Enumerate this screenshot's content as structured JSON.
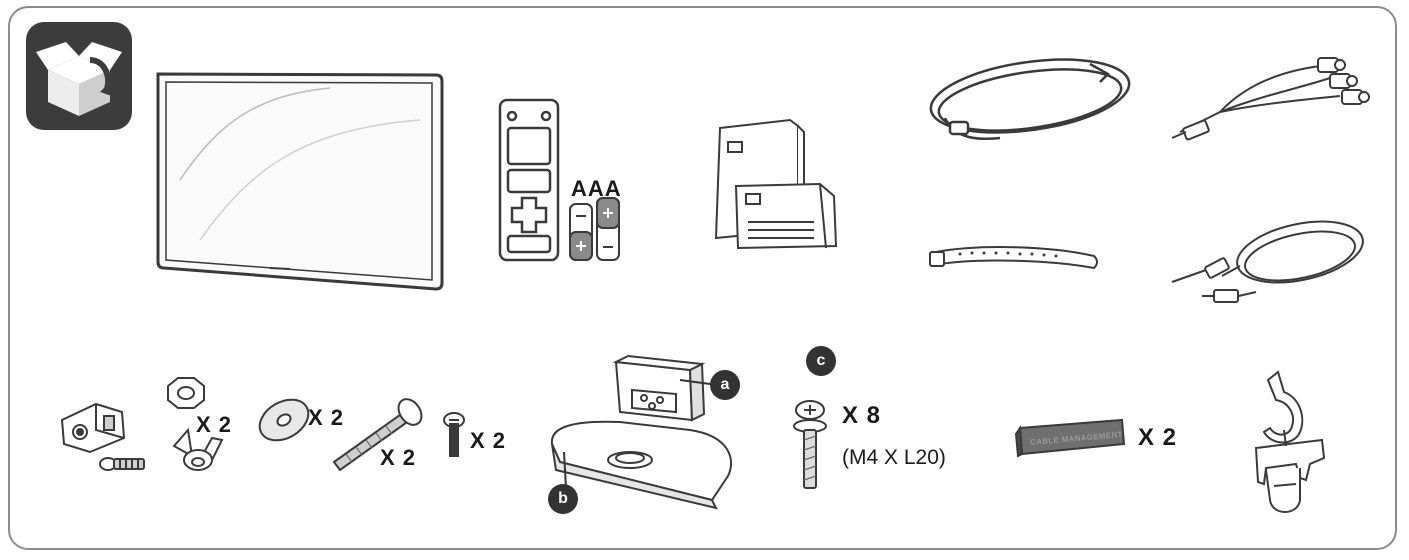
{
  "labels": {
    "aaa": "AAA",
    "qty_nut": "X 2",
    "qty_washer": "X 2",
    "qty_bolt": "X 2",
    "qty_pin": "X 2",
    "qty_screw": "X 8",
    "screw_spec": "(M4 X L20)",
    "qty_cable_management": "X 2",
    "cable_management_text": "CABLE MANAGEMENT"
  },
  "badges": {
    "a": "a",
    "b": "b",
    "c": "c"
  },
  "colors": {
    "frame": "#8c8c8c",
    "line": "#3a3a3a",
    "badge": "#333333",
    "box_icon_bg": "#3c3c3c"
  },
  "icons": [
    "unboxing-icon"
  ]
}
